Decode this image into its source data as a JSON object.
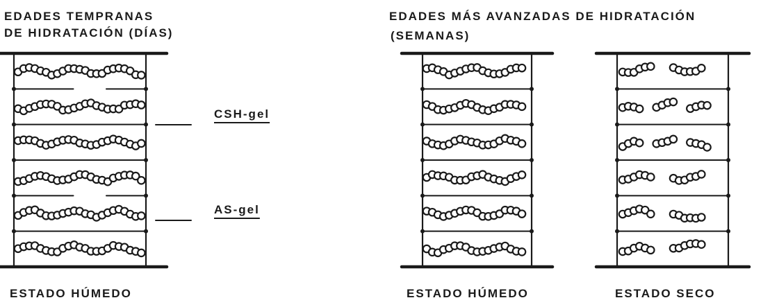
{
  "panels": {
    "early": {
      "title_line1": "EDADES TEMPRANAS",
      "title_line2": "DE HIDRATACIÓN (DÍAS)",
      "state": "ESTADO HÚMEDO"
    },
    "advanced": {
      "title_line1": "EDADES MÁS AVANZADAS DE HIDRATACIÓN",
      "title_line2": "(SEMANAS)",
      "state_wet": "ESTADO HÚMEDO",
      "state_dry": "ESTADO SECO"
    }
  },
  "labels": {
    "csh": "CSH-gel",
    "as": "AS-gel"
  },
  "colors": {
    "ink": "#1a1a1a",
    "paper": "#ffffff"
  }
}
